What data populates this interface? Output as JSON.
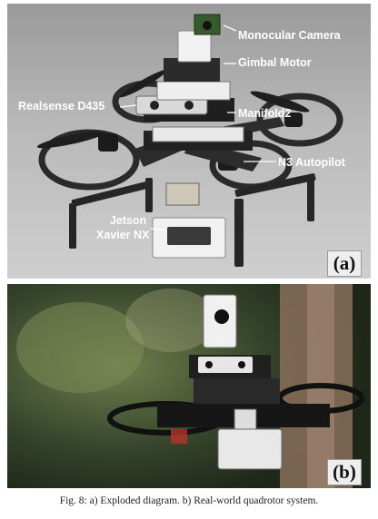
{
  "panel_a": {
    "tag": "(a)",
    "labels": {
      "monocular_camera": "Monocular Camera",
      "gimbal_motor": "Gimbal Motor",
      "realsense": "Realsense D435",
      "manifold": "Manifold2",
      "autopilot": "N3 Autopilot",
      "jetson_line1": "Jetson",
      "jetson_line2": "Xavier NX"
    }
  },
  "panel_b": {
    "tag": "(b)"
  },
  "caption": "Fig. 8: a) Exploded diagram. b) Real-world quadrotor system."
}
